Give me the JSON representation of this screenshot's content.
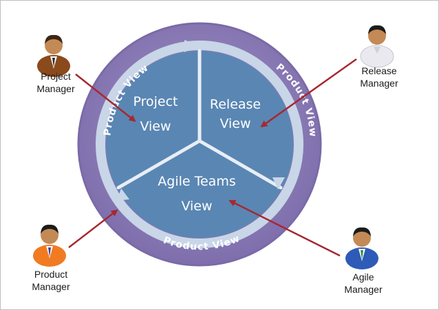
{
  "diagram": {
    "ring_text": {
      "left": "Product View",
      "right": "Product View",
      "bottom": "Product View"
    },
    "segments": {
      "project": {
        "line1": "Project",
        "line2": "View"
      },
      "release": {
        "line1": "Release",
        "line2": "View"
      },
      "agile": {
        "line1": "Agile Teams",
        "line2": "View"
      }
    },
    "roles": {
      "project_manager": {
        "line1": "Project",
        "line2": "Manager",
        "shirt_color": "#8a4a1c"
      },
      "release_manager": {
        "line1": "Release",
        "line2": "Manager",
        "shirt_color": "#e9e9ef"
      },
      "product_manager": {
        "line1": "Product",
        "line2": "Manager",
        "shirt_color": "#f07b22"
      },
      "agile_manager": {
        "line1": "Agile",
        "line2": "Manager",
        "shirt_color": "#2e5bb8"
      }
    },
    "colors": {
      "outer_ring": "#8f80b8",
      "outer_ring_dark": "#7a6aa6",
      "segment_fill": "#5a86b3",
      "segment_border": "#b7cde2",
      "arrow_color": "#a52830"
    }
  }
}
